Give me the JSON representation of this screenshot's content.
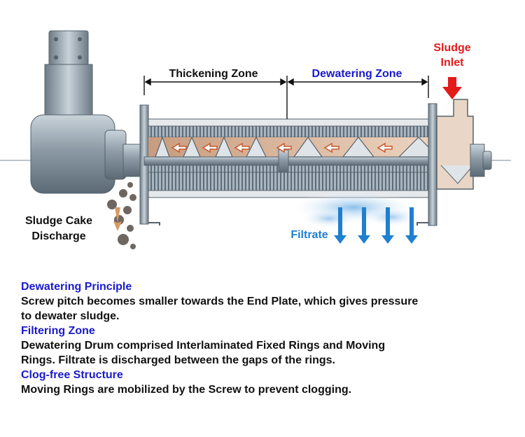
{
  "diagram": {
    "labels": {
      "thickening_zone": "Thickening Zone",
      "dewatering_zone": "Dewatering Zone",
      "sludge_inlet_line1": "Sludge",
      "sludge_inlet_line2": "Inlet",
      "sludge_cake_line1": "Sludge Cake",
      "sludge_cake_line2": "Discharge",
      "filtrate": "Filtrate"
    },
    "colors": {
      "zone_label": "#111111",
      "dewatering_label": "#1a1acc",
      "inlet": "#e31b1b",
      "filtrate": "#1f7fd1",
      "sludge": "#d9b49a",
      "machine": "#8a9aa6"
    },
    "icons": [
      "motor-icon",
      "screw-icon",
      "down-arrow-icon",
      "filtrate-arrow-icon",
      "sludge-cake-icon"
    ]
  },
  "notes": [
    {
      "heading": "Dewatering Principle",
      "lines": [
        "Screw pitch becomes smaller towards the End Plate, which gives pressure",
        "to dewater sludge."
      ]
    },
    {
      "heading": "Filtering Zone",
      "lines": [
        "Dewatering Drum comprised Interlaminated Fixed Rings and Moving",
        "Rings. Filtrate is discharged between the gaps of the rings."
      ]
    },
    {
      "heading": "Clog-free Structure",
      "lines": [
        "Moving Rings are mobilized by the Screw to prevent clogging."
      ]
    }
  ]
}
